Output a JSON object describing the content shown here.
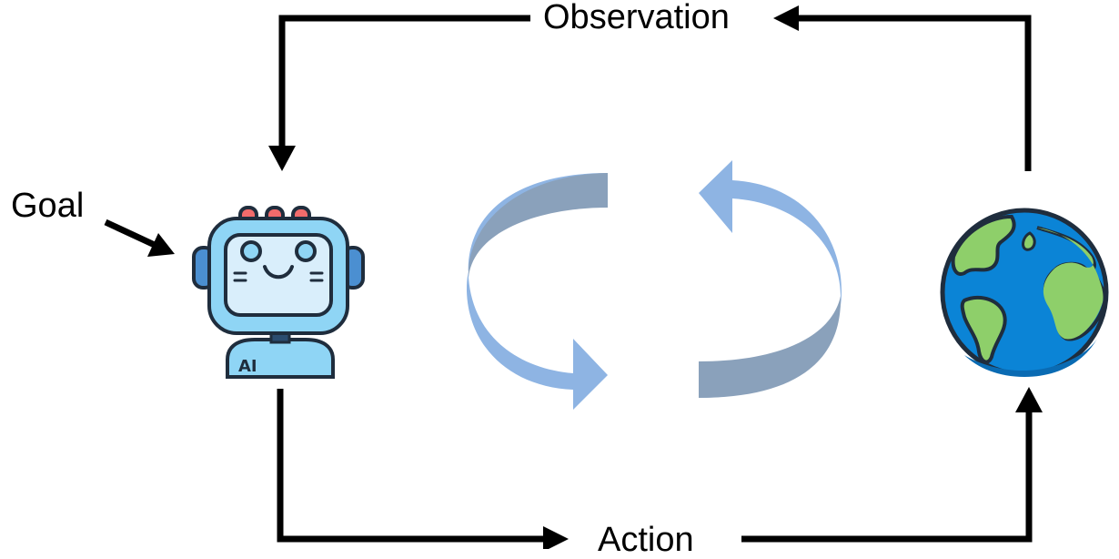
{
  "labels": {
    "observation": "Observation",
    "goal": "Goal",
    "action": "Action"
  },
  "robot": {
    "badge": "AI",
    "icon": "robot-icon"
  },
  "world": {
    "icon": "earth-globe-icon"
  },
  "cycle": {
    "icon": "circular-arrows-icon"
  },
  "colors": {
    "line": "#000000",
    "cycle_light": "#8eb4e3",
    "cycle_dark": "#8aa1bb",
    "robot_body": "#8fd5f5",
    "robot_outline": "#1f2d3d",
    "robot_lights": "#f26b6b",
    "ocean": "#0b84d6",
    "land": "#8ecf6a"
  }
}
